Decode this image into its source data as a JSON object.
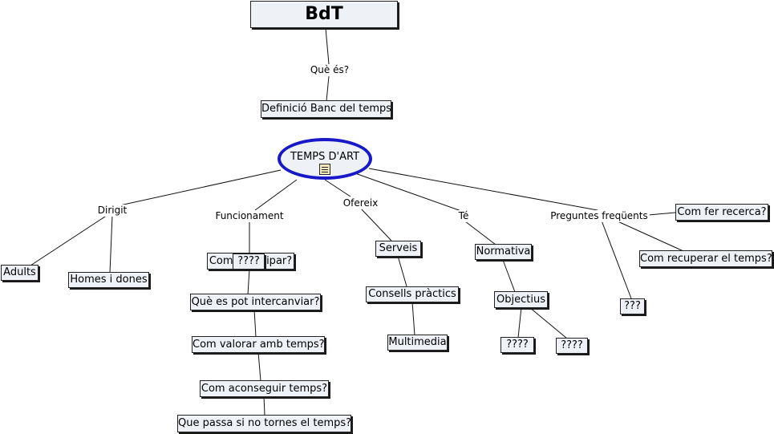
{
  "title": "BdT",
  "center": {
    "label": "TEMPS D'ART",
    "icon": "document-icon"
  },
  "labels": {
    "que_es": "Què és?",
    "dirigit": "Dirigit",
    "funcionament": "Funcionament",
    "ofereix": "Ofereix",
    "te": "Té",
    "preguntes": "Preguntes freqüents"
  },
  "nodes": {
    "definicio": "Definició Banc del temps",
    "adults": "Adults",
    "homes": "Homes i dones",
    "com_participar": "Com participar?",
    "q_func": "????",
    "intercanviar": "Què es pot intercanviar?",
    "valorar": "Com valorar amb temps?",
    "aconseguir": "Com aconseguir temps?",
    "no_tornes": "Que passa si no tornes el temps?",
    "serveis": "Serveis",
    "consells": "Consells pràctics",
    "multimedia": "Multimedia",
    "normativa": "Normativa",
    "objectius": "Objectius",
    "q_obj1": "????",
    "q_obj2": "????",
    "recerca": "Com fer recerca?",
    "recuperar": "Com recuperar el temps?",
    "q_preg": "???"
  }
}
